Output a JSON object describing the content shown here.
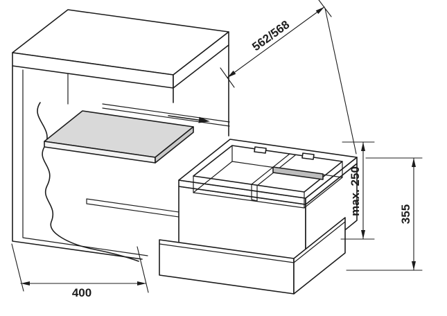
{
  "drawing": {
    "dimension_labels": {
      "depth": "562/568",
      "max_clearance": "max. 250",
      "height": "355",
      "width": "400"
    },
    "colors": {
      "line": "#1c1c1c",
      "background": "#ffffff",
      "shelf_top": "#d9d9d9",
      "shelf_front": "#f2f2f2",
      "shelf_side": "#c9c9c9",
      "handle": "#bdbdbd"
    }
  }
}
